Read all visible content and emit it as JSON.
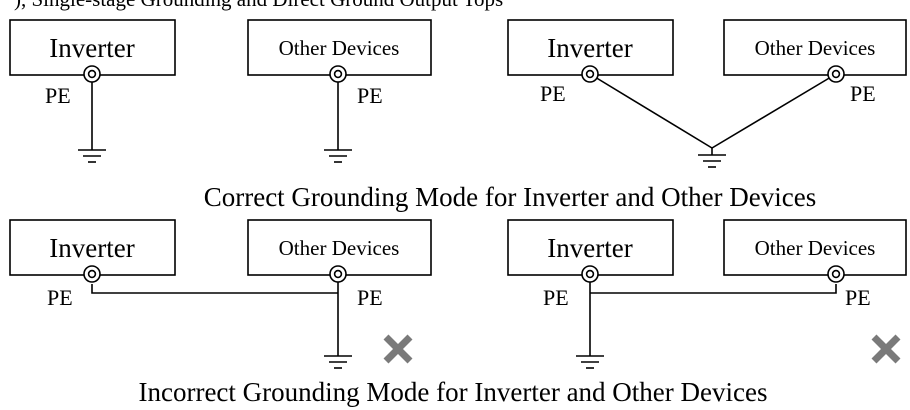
{
  "header": {
    "fragment": "), Single-stage Grounding and Direct Ground Output Tops"
  },
  "diagrams": {
    "correct": {
      "caption": "Correct Grounding Mode for Inverter and Other Devices",
      "left": {
        "inverter": "Inverter",
        "other": "Other Devices",
        "pe_inverter": "PE",
        "pe_other": "PE"
      },
      "right": {
        "inverter": "Inverter",
        "other": "Other Devices",
        "pe_inverter": "PE",
        "pe_other": "PE"
      }
    },
    "incorrect": {
      "caption": "Incorrect Grounding Mode for Inverter and Other Devices",
      "left": {
        "inverter": "Inverter",
        "other": "Other Devices",
        "pe_inverter": "PE",
        "pe_other": "PE"
      },
      "right": {
        "inverter": "Inverter",
        "other": "Other Devices",
        "pe_inverter": "PE",
        "pe_other": "PE"
      }
    }
  },
  "icons": {
    "terminal": "pe-terminal-icon",
    "ground": "ground-symbol-icon",
    "wrong": "cross-mark-icon"
  },
  "colors": {
    "line": "#000000",
    "cross_mark": "#7a7a7a"
  }
}
